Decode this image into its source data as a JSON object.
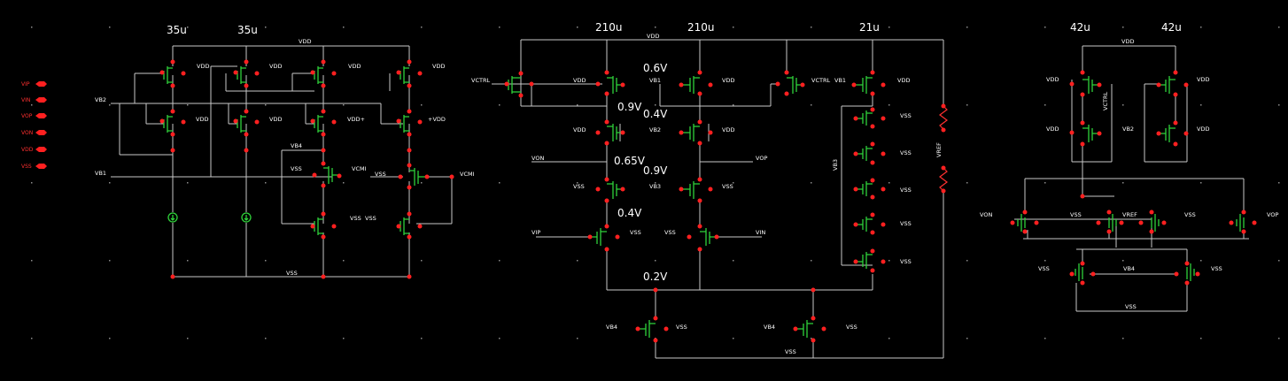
{
  "pins": [
    "VIP",
    "VIN",
    "VOP",
    "VON",
    "VDD",
    "VSS"
  ],
  "bias_gen": {
    "sizes": [
      "35u",
      "35u"
    ],
    "labels": {
      "vdd_top": "VDD",
      "vdd1": "VDD",
      "vdd2": "VDD",
      "vdd3": "VDD",
      "vdd4": "VDD",
      "vb2": "VB2",
      "vdd5": "VDD",
      "vdd6": "VDD",
      "vdd7": "VDD+",
      "vdd8": "+VDD",
      "vb4": "VB4",
      "vss1": "VSS",
      "vcmi1": "VCMI",
      "vb1": "VB1",
      "vss2": "VSS",
      "vcmi2": "VCMI",
      "vss3": "VSS",
      "vss4": "VSS",
      "vss_bot": "VSS"
    }
  },
  "amp": {
    "sizes": [
      "210u",
      "210u",
      "21u"
    ],
    "voltages": [
      "0.6V",
      "0.9V",
      "0.4V",
      "0.65V",
      "0.9V",
      "0.4V",
      "0.2V"
    ],
    "labels": {
      "vdd_top": "VDD",
      "vctrl1": "VCTRL",
      "vdd1": "VDD",
      "vb1": "VB1",
      "vdd2": "VDD",
      "vctrl2": "VCTRL",
      "vb1r": "VB1",
      "vdd3": "VDD",
      "vss_r1": "VSS",
      "vdd4": "VDD",
      "vb2": "VB2",
      "vdd5": "VDD",
      "vss_r2": "VSS",
      "von": "VON",
      "vop": "VOP",
      "vb3r": "VB3",
      "vref": "VREF",
      "vss1": "VSS",
      "vb3": "VB3",
      "vss2": "VSS",
      "vss_r3": "VSS",
      "vip": "VIP",
      "vss3": "VSS",
      "vss4": "VSS",
      "vin": "VIN",
      "vss_r4": "VSS",
      "vss_r5": "VSS",
      "vb4a": "VB4",
      "vss5": "VSS",
      "vb4b": "VB4",
      "vss6": "VSS",
      "vss_bot": "VSS"
    }
  },
  "cmfb": {
    "sizes": [
      "42u",
      "42u"
    ],
    "labels": {
      "vdd_top": "VDD",
      "vdd1": "VDD",
      "vdd2": "VDD",
      "vctrl": "VCTRL",
      "vdd3": "VDD",
      "vb2": "VB2",
      "vdd4": "VDD",
      "von": "VON",
      "vss1": "VSS",
      "vref": "VREF",
      "vss2": "VSS",
      "vop": "VOP",
      "vss3": "VSS",
      "vb4": "VB4",
      "vss4": "VSS",
      "vss_bot": "VSS"
    }
  },
  "colors": {
    "background": "#000000",
    "wire": "#c8c8c8",
    "device": "#2fd23a",
    "pin": "#ff2020",
    "text": "#ffffff"
  }
}
